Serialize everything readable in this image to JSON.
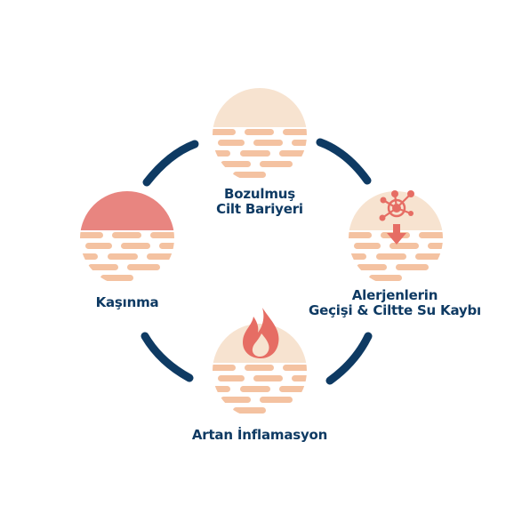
{
  "colors": {
    "navy": "#0e3a63",
    "skin_light": "#f7e3d0",
    "cells": "#f4c2a1",
    "red_top": "#e88580",
    "accent_red": "#e66d64"
  },
  "stages": {
    "top": {
      "line1": "Bozulmuş",
      "line2": "Cilt Bariyeri"
    },
    "right": {
      "line1": "Alerjenlerin",
      "line2": "Geçişi & Ciltte Su Kaybı"
    },
    "bottom": {
      "line1": "Artan İnflamasyon"
    },
    "left": {
      "line1": "Kaşınma"
    }
  },
  "icons": {
    "cycle": "circular-cycle-arcs",
    "allergen": "allergen-molecule-icon",
    "arrow": "down-arrow-icon",
    "flame": "flame-icon"
  }
}
